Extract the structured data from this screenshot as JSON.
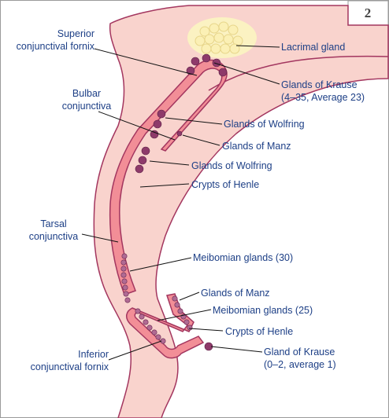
{
  "figure_number": "2",
  "colors": {
    "tissue_fill": "#f9d3cd",
    "tissue_edge": "#a3365f",
    "conjunctiva_fill": "#f28e97",
    "gland_dot": "#8e3a6a",
    "lacrimal_fill": "#fbf2c2",
    "label_text": "#1d3f86"
  },
  "labels": {
    "superior_fornix_line1": "Superior",
    "superior_fornix_line2": "conjunctival fornix",
    "lacrimal_gland": "Lacrimal gland",
    "krause_upper_line1": "Glands of Krause",
    "krause_upper_line2": "(4–35, Average 23)",
    "bulbar_line1": "Bulbar",
    "bulbar_line2": "conjunctiva",
    "wolfring_upper": "Glands of Wolfring",
    "manz_upper": "Glands of Manz",
    "wolfring_lower": "Glands of Wolfring",
    "crypts_upper": "Crypts of Henle",
    "tarsal_line1": "Tarsal",
    "tarsal_line2": "conjunctiva",
    "meibomian_upper": "Meibomian glands (30)",
    "manz_lower": "Glands of Manz",
    "meibomian_lower": "Meibomian glands (25)",
    "crypts_lower": "Crypts of Henle",
    "inferior_fornix_line1": "Inferior",
    "inferior_fornix_line2": "conjunctival fornix",
    "krause_lower_line1": "Gland of Krause",
    "krause_lower_line2": "(0–2, average 1)"
  }
}
